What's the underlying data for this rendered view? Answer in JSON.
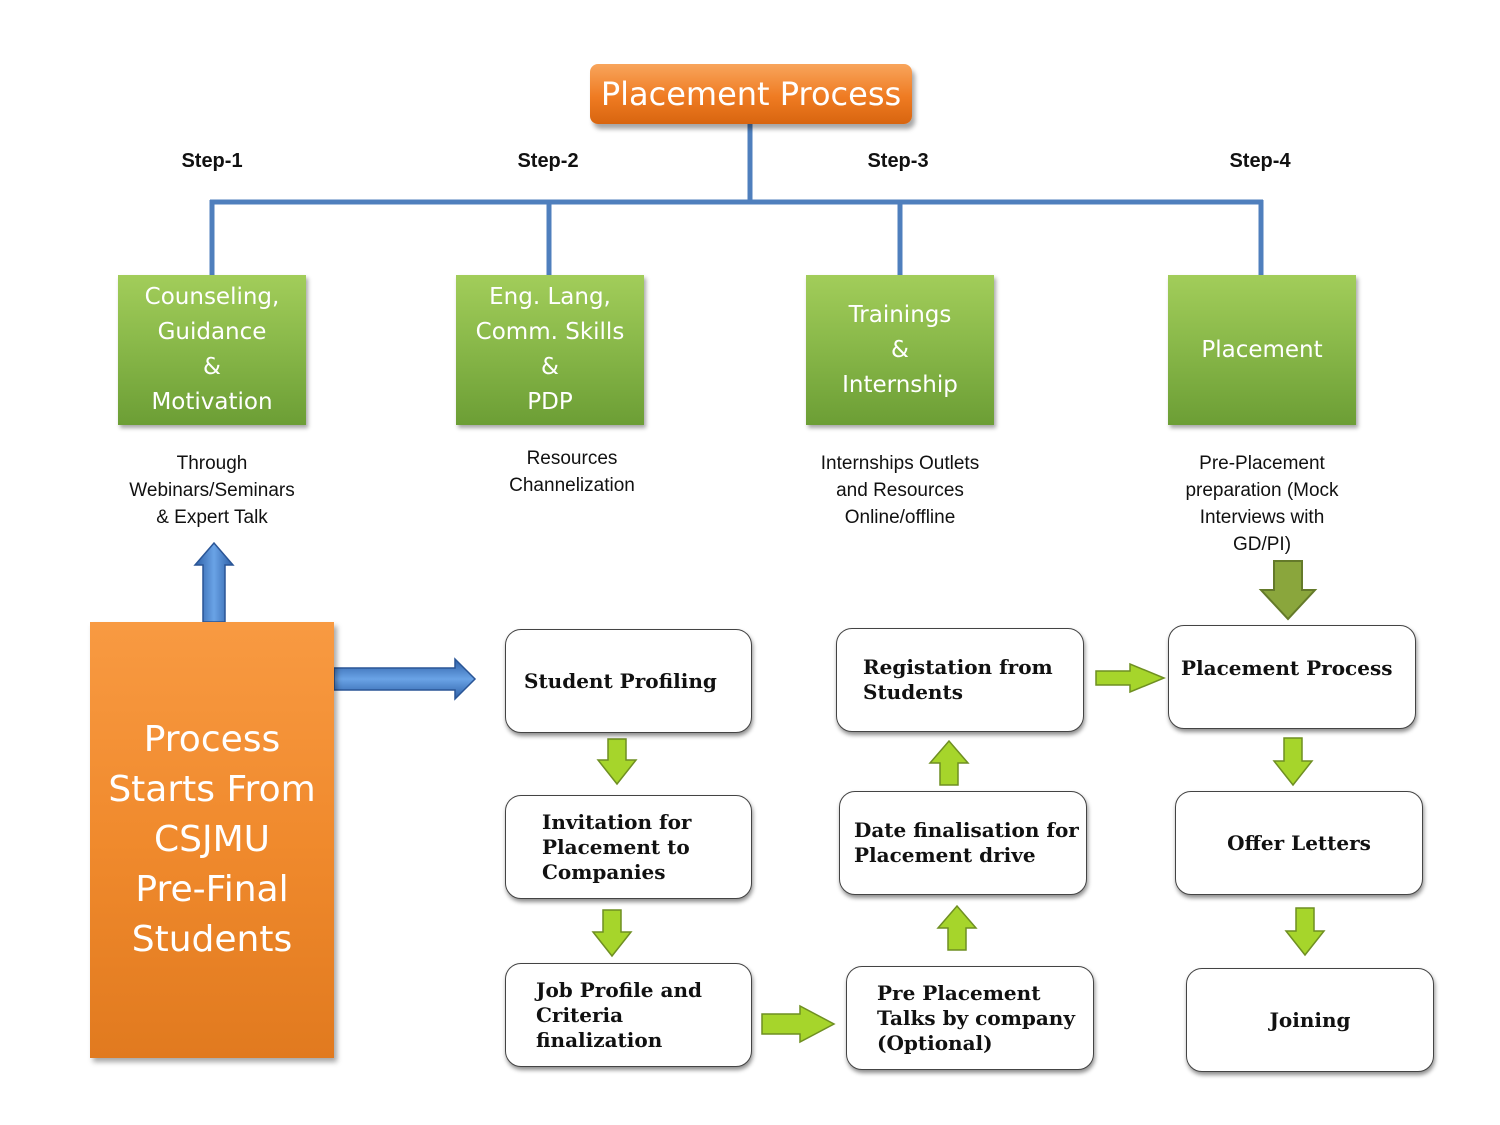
{
  "root": {
    "title": "Placement Process"
  },
  "steps": [
    {
      "label": "Step-1",
      "box_lines": [
        "Counseling,",
        "Guidance",
        "&",
        "Motivation"
      ],
      "desc_lines": [
        "Through",
        "Webinars/Seminars",
        "& Expert Talk"
      ]
    },
    {
      "label": "Step-2",
      "box_lines": [
        "Eng. Lang,",
        "Comm. Skills",
        "&",
        "PDP"
      ],
      "desc_lines": [
        "Resources",
        "Channelization"
      ]
    },
    {
      "label": "Step-3",
      "box_lines": [
        "Trainings",
        "&",
        "Internship"
      ],
      "desc_lines": [
        "Internships Outlets",
        "and Resources",
        "Online/offline"
      ]
    },
    {
      "label": "Step-4",
      "box_lines": [
        "Placement"
      ],
      "desc_lines": [
        "Pre-Placement",
        "preparation (Mock",
        "Interviews with",
        "GD/PI)"
      ]
    }
  ],
  "start": {
    "lines": [
      "Process",
      "Starts From",
      "CSJMU",
      "Pre-Final",
      "Students"
    ]
  },
  "flow": [
    {
      "lines": [
        "Student Profiling"
      ]
    },
    {
      "lines": [
        "Invitation for",
        "Placement to",
        "Companies"
      ]
    },
    {
      "lines": [
        "Job Profile and",
        "Criteria",
        "finalization"
      ]
    },
    {
      "lines": [
        "Pre Placement",
        "Talks by company",
        "(Optional)"
      ]
    },
    {
      "lines": [
        "Date  finalisation for",
        "Placement drive"
      ]
    },
    {
      "lines": [
        "Registation from",
        "Students"
      ]
    },
    {
      "lines": [
        "Placement Process"
      ]
    },
    {
      "lines": [
        "Offer Letters"
      ]
    },
    {
      "lines": [
        "Joining"
      ]
    }
  ],
  "colors": {
    "connector": "#4f7fbd",
    "arrow_green": "#a6d52b",
    "arrow_green_stroke": "#6f8f22",
    "arrow_blue": "#3f78c2",
    "box_green": "#8ab94a",
    "box_orange": "#ef7b22"
  }
}
